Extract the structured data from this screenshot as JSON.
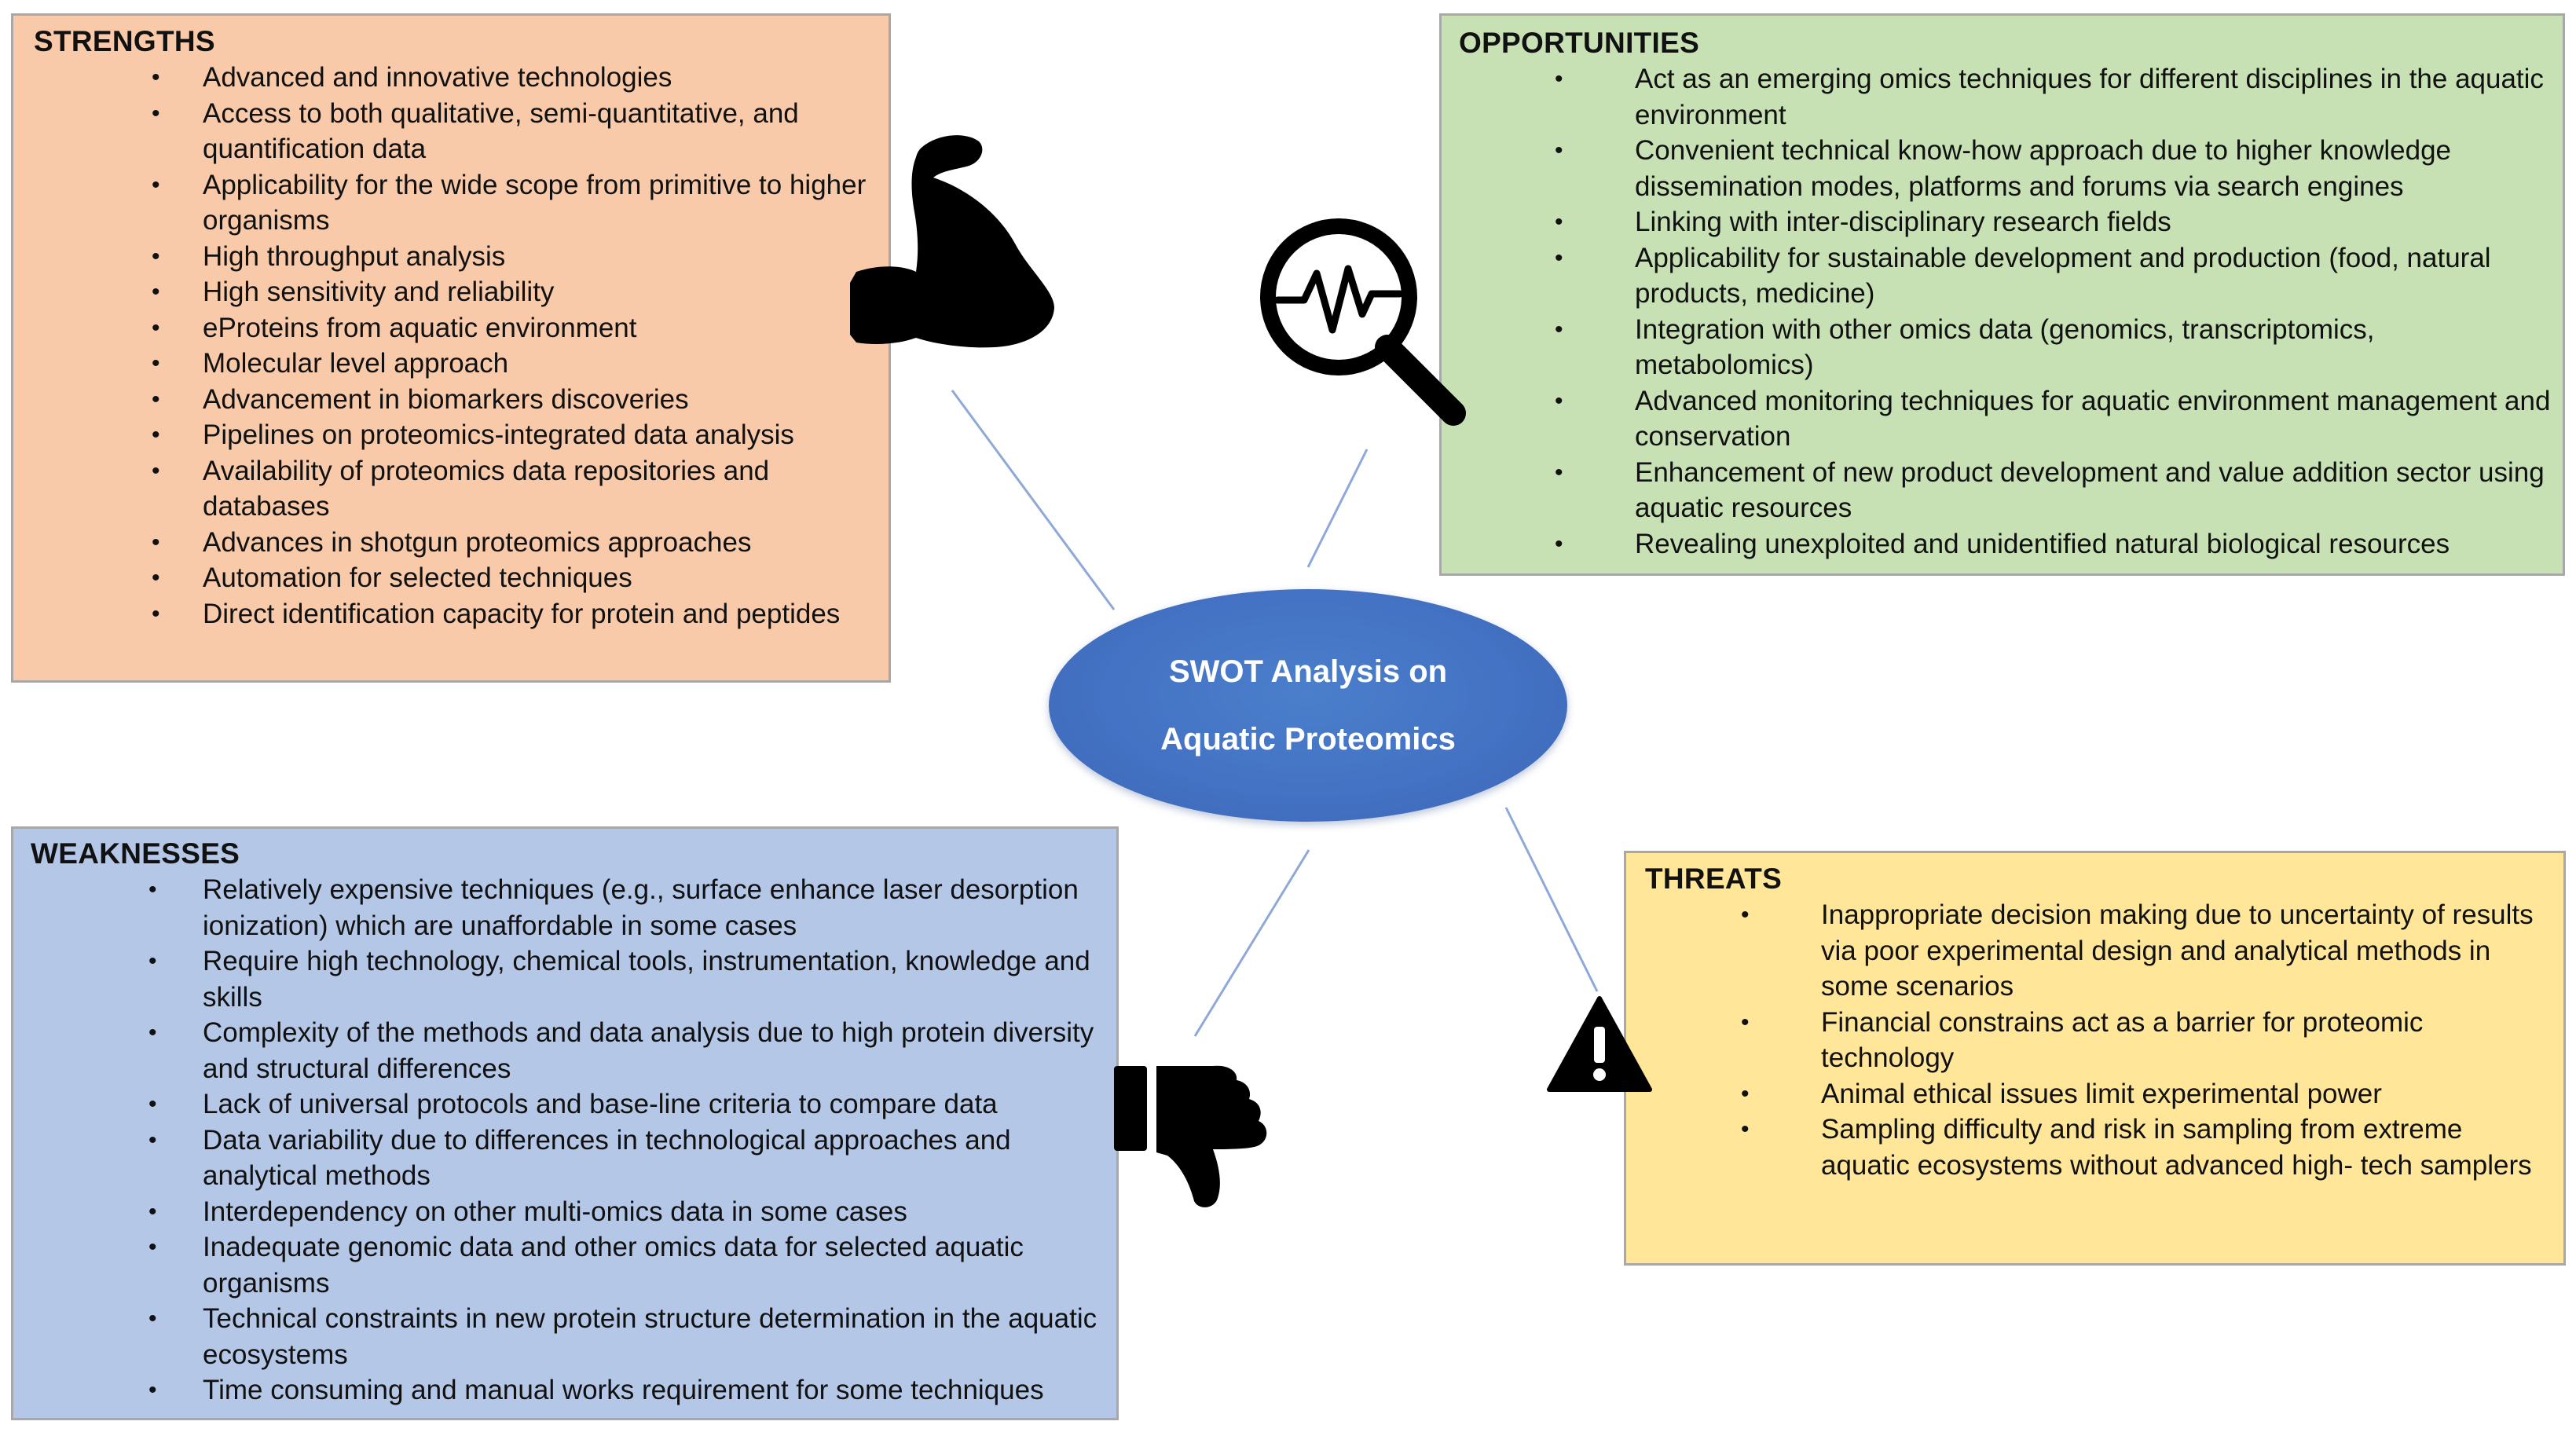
{
  "center": {
    "line1": "SWOT Analysis on",
    "line2": "Aquatic Proteomics"
  },
  "strengths": {
    "title": "STRENGTHS",
    "items": [
      "Advanced and innovative technologies",
      "Access to both qualitative, semi-quantitative, and quantification data",
      "Applicability for the wide scope from primitive to higher organisms",
      "High throughput analysis",
      "High sensitivity and reliability",
      "eProteins from aquatic environment",
      "Molecular level approach",
      "Advancement in biomarkers discoveries",
      "Pipelines on proteomics-integrated data analysis",
      "Availability of proteomics data repositories and databases",
      "Advances in shotgun proteomics approaches",
      "Automation for selected techniques",
      "Direct identification capacity for protein and peptides"
    ]
  },
  "opportunities": {
    "title": "OPPORTUNITIES",
    "items": [
      "Act as an emerging omics techniques for different disciplines in the aquatic environment",
      "Convenient technical know-how approach due to higher knowledge dissemination modes, platforms and forums via search engines",
      "Linking with inter-disciplinary research fields",
      "Applicability for sustainable development and production (food, natural products, medicine)",
      "Integration with other omics data (genomics, transcriptomics, metabolomics)",
      "Advanced monitoring techniques for aquatic environment management and conservation",
      "Enhancement of new product development and value addition sector using aquatic resources",
      "Revealing unexploited and unidentified natural biological resources"
    ]
  },
  "weaknesses": {
    "title": "WEAKNESSES",
    "items": [
      "Relatively expensive techniques (e.g., surface enhance laser desorption ionization) which are unaffordable in some cases",
      "Require high technology, chemical tools, instrumentation, knowledge and skills",
      "Complexity of the methods and data analysis due to high protein diversity and structural differences",
      "Lack of universal protocols and base-line criteria to compare data",
      "Data variability due to differences in technological approaches and analytical methods",
      "Interdependency on other multi-omics data in some cases",
      "Inadequate genomic data and other omics data for selected aquatic organisms",
      "Technical constraints in new protein structure determination in the aquatic ecosystems",
      "Time consuming and manual works requirement for some techniques"
    ]
  },
  "threats": {
    "title": "THREATS",
    "items": [
      "Inappropriate decision making due to uncertainty of results via poor experimental design and analytical methods in some scenarios",
      "Financial constrains act as a barrier for proteomic technology",
      "Animal ethical issues limit experimental power",
      "Sampling difficulty and risk in sampling from extreme aquatic ecosystems without advanced high- tech samplers"
    ]
  },
  "icons": {
    "strengths": "flexed-bicep-icon",
    "opportunities": "magnifier-pulse-icon",
    "weaknesses": "thumbs-down-icon",
    "threats": "warning-icon"
  },
  "colors": {
    "strengths": "#f8caa9",
    "opportunities": "#c7e1b5",
    "weaknesses": "#b4c7e7",
    "threats": "#ffe699",
    "center": "#4472c4",
    "connector": "#8ea9d8"
  }
}
